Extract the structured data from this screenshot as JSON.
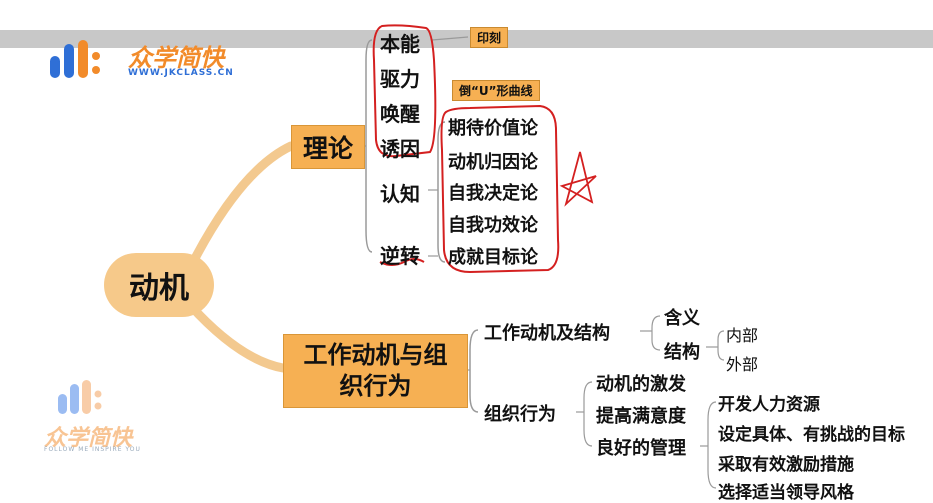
{
  "logo": {
    "brand": "众学简快",
    "url_text": "WWW.JKCLASS.CN",
    "watermark_brand": "众学简快",
    "watermark_slogan": "FOLLOW ME INSPIRE YOU"
  },
  "mindmap": {
    "root": "动机",
    "theory": {
      "label": "理论",
      "drive_terms": [
        "本能",
        "驱力",
        "唤醒",
        "诱因"
      ],
      "tag_imprint": "印刻",
      "tag_curve": "倒“U”形曲线",
      "cognition": "认知",
      "reversal": "逆转",
      "cognitive_theories": [
        "期待价值论",
        "动机归因论",
        "自我决定论",
        "自我功效论",
        "成就目标论"
      ]
    },
    "work": {
      "label_line1": "工作动机与组",
      "label_line2": "织行为",
      "structure_title": "工作动机及结构",
      "structure_items": [
        "含义",
        "结构"
      ],
      "structure_sub": [
        "内部",
        "外部"
      ],
      "org_title": "组织行为",
      "org_items": [
        "动机的激发",
        "提高满意度",
        "良好的管理"
      ],
      "management_items": [
        "开发人力资源",
        "设定具体、有挑战的目标",
        "采取有效激励措施",
        "选择适当领导风格"
      ]
    }
  },
  "colors": {
    "accent": "#f6b053",
    "root_fill": "#f6c98a",
    "ink_red": "#d42020",
    "logo_blue": "#2f6fd6",
    "logo_orange": "#f28b2a"
  }
}
